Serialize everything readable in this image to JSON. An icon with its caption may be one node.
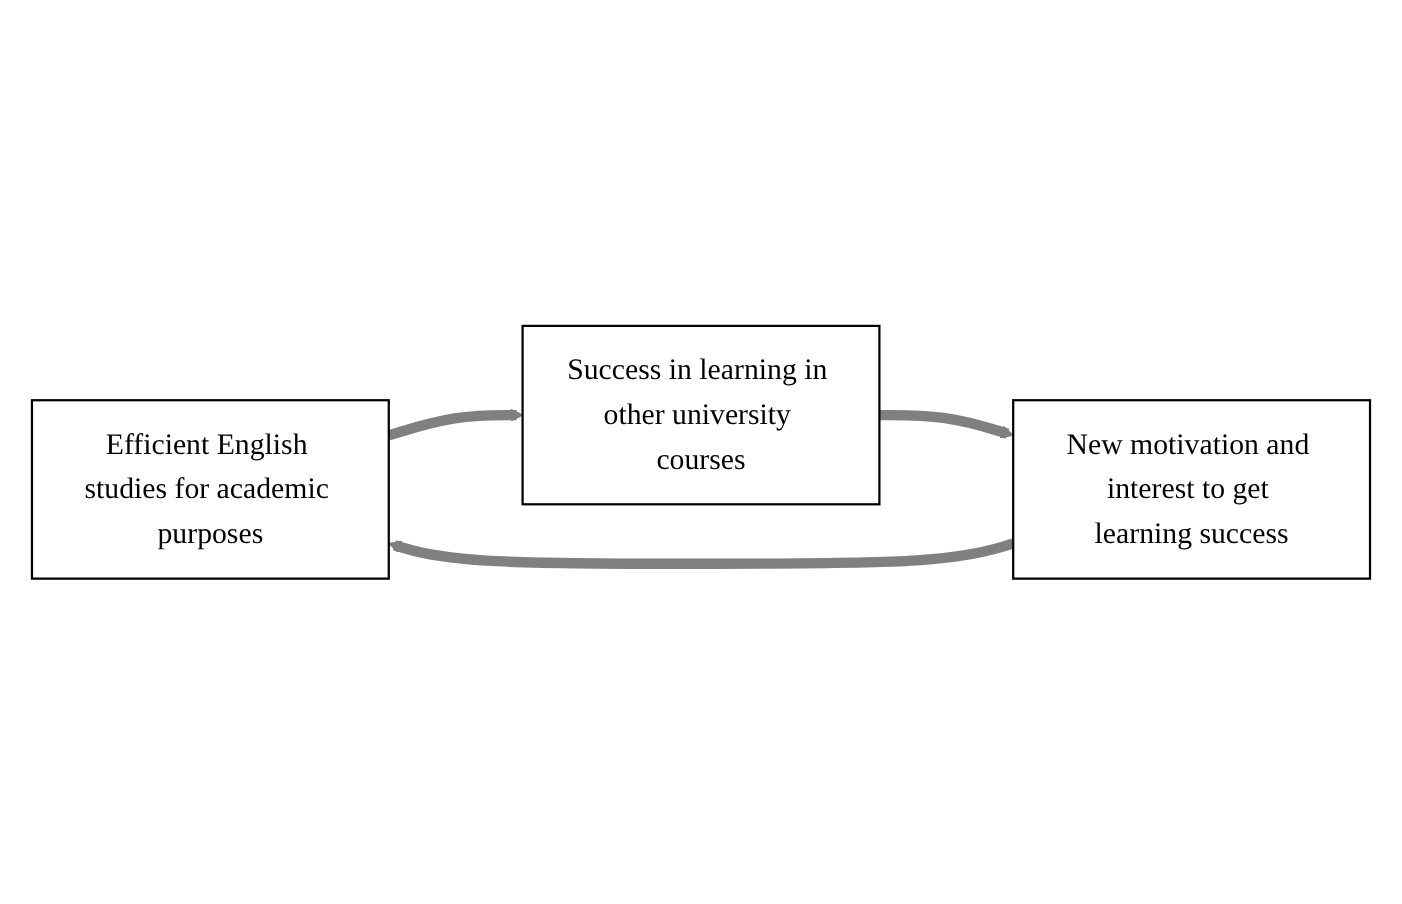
{
  "diagram": {
    "nodes": [
      {
        "text": [
          "Efficient English studies for academic purposes"
        ]
      },
      {
        "text": [
          "Success in learning in other university courses"
        ]
      },
      {
        "text": [
          "New motivation and interest to get learning success"
        ]
      }
    ],
    "edges": [
      {
        "from": 0,
        "to": 1,
        "arrow": "to"
      },
      {
        "from": 1,
        "to": 2,
        "arrow": "to"
      },
      {
        "from": 2,
        "to": 0,
        "arrow": "to"
      }
    ]
  }
}
